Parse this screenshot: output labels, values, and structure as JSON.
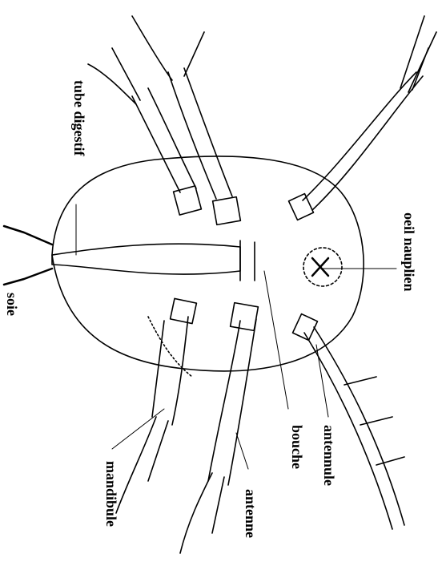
{
  "diagram": {
    "labels": {
      "tube_digestif": "tube digestif",
      "oeil_nauplien": "oeil nauplien",
      "soie": "soie",
      "bouche": "bouche",
      "antennule": "antennule",
      "mandibule": "mandibule",
      "antenne": "antenne"
    }
  }
}
